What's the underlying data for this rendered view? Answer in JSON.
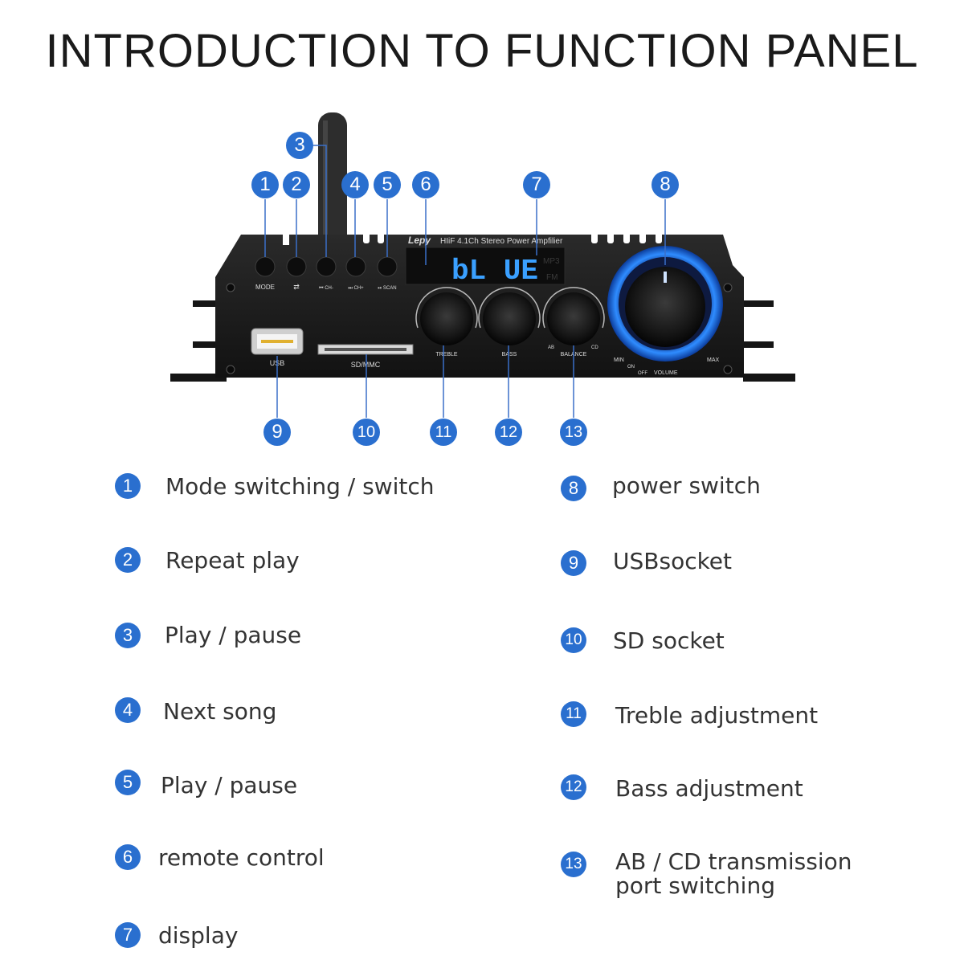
{
  "title": "INTRODUCTION TO FUNCTION PANEL",
  "device": {
    "brand": "Lepy",
    "model_text": "HIiF 4.1Ch Stereo Power Ampfilier",
    "display_text": "bL UE",
    "display_indicators": [
      "MP3",
      "FM"
    ],
    "button_labels": [
      "MODE",
      "⇄",
      "⏮ CH-",
      "⏭ CH+",
      "⏯ SCAN"
    ],
    "knob_labels": [
      "TREBLE",
      "BASS",
      "BALANCE"
    ],
    "balance_marks": [
      "AB",
      "CD"
    ],
    "port_labels": [
      "USB",
      "SD/MMC"
    ],
    "volume_labels": [
      "MIN",
      "ON",
      "OFF",
      "VOLUME",
      "MAX"
    ]
  },
  "callouts": [
    "1",
    "2",
    "3",
    "4",
    "5",
    "6",
    "7",
    "8",
    "9",
    "10",
    "11",
    "12",
    "13"
  ],
  "legend": [
    {
      "num": "1",
      "text": "Mode switching / switch"
    },
    {
      "num": "2",
      "text": "Repeat play"
    },
    {
      "num": "3",
      "text": "Play / pause"
    },
    {
      "num": "4",
      "text": "Next song"
    },
    {
      "num": "5",
      "text": "Play / pause"
    },
    {
      "num": "6",
      "text": "remote control"
    },
    {
      "num": "7",
      "text": "display"
    },
    {
      "num": "8",
      "text": "power switch"
    },
    {
      "num": "9",
      "text": "USBsocket"
    },
    {
      "num": "10",
      "text": "SD socket"
    },
    {
      "num": "11",
      "text": "Treble adjustment"
    },
    {
      "num": "12",
      "text": "Bass adjustment"
    },
    {
      "num": "13",
      "text": "AB / CD transmission port switching"
    }
  ],
  "colors": {
    "badge": "#2a6fcf",
    "panel": "#1b1b1b",
    "display": "#3aa0ff",
    "glow": "#1e6fff"
  }
}
